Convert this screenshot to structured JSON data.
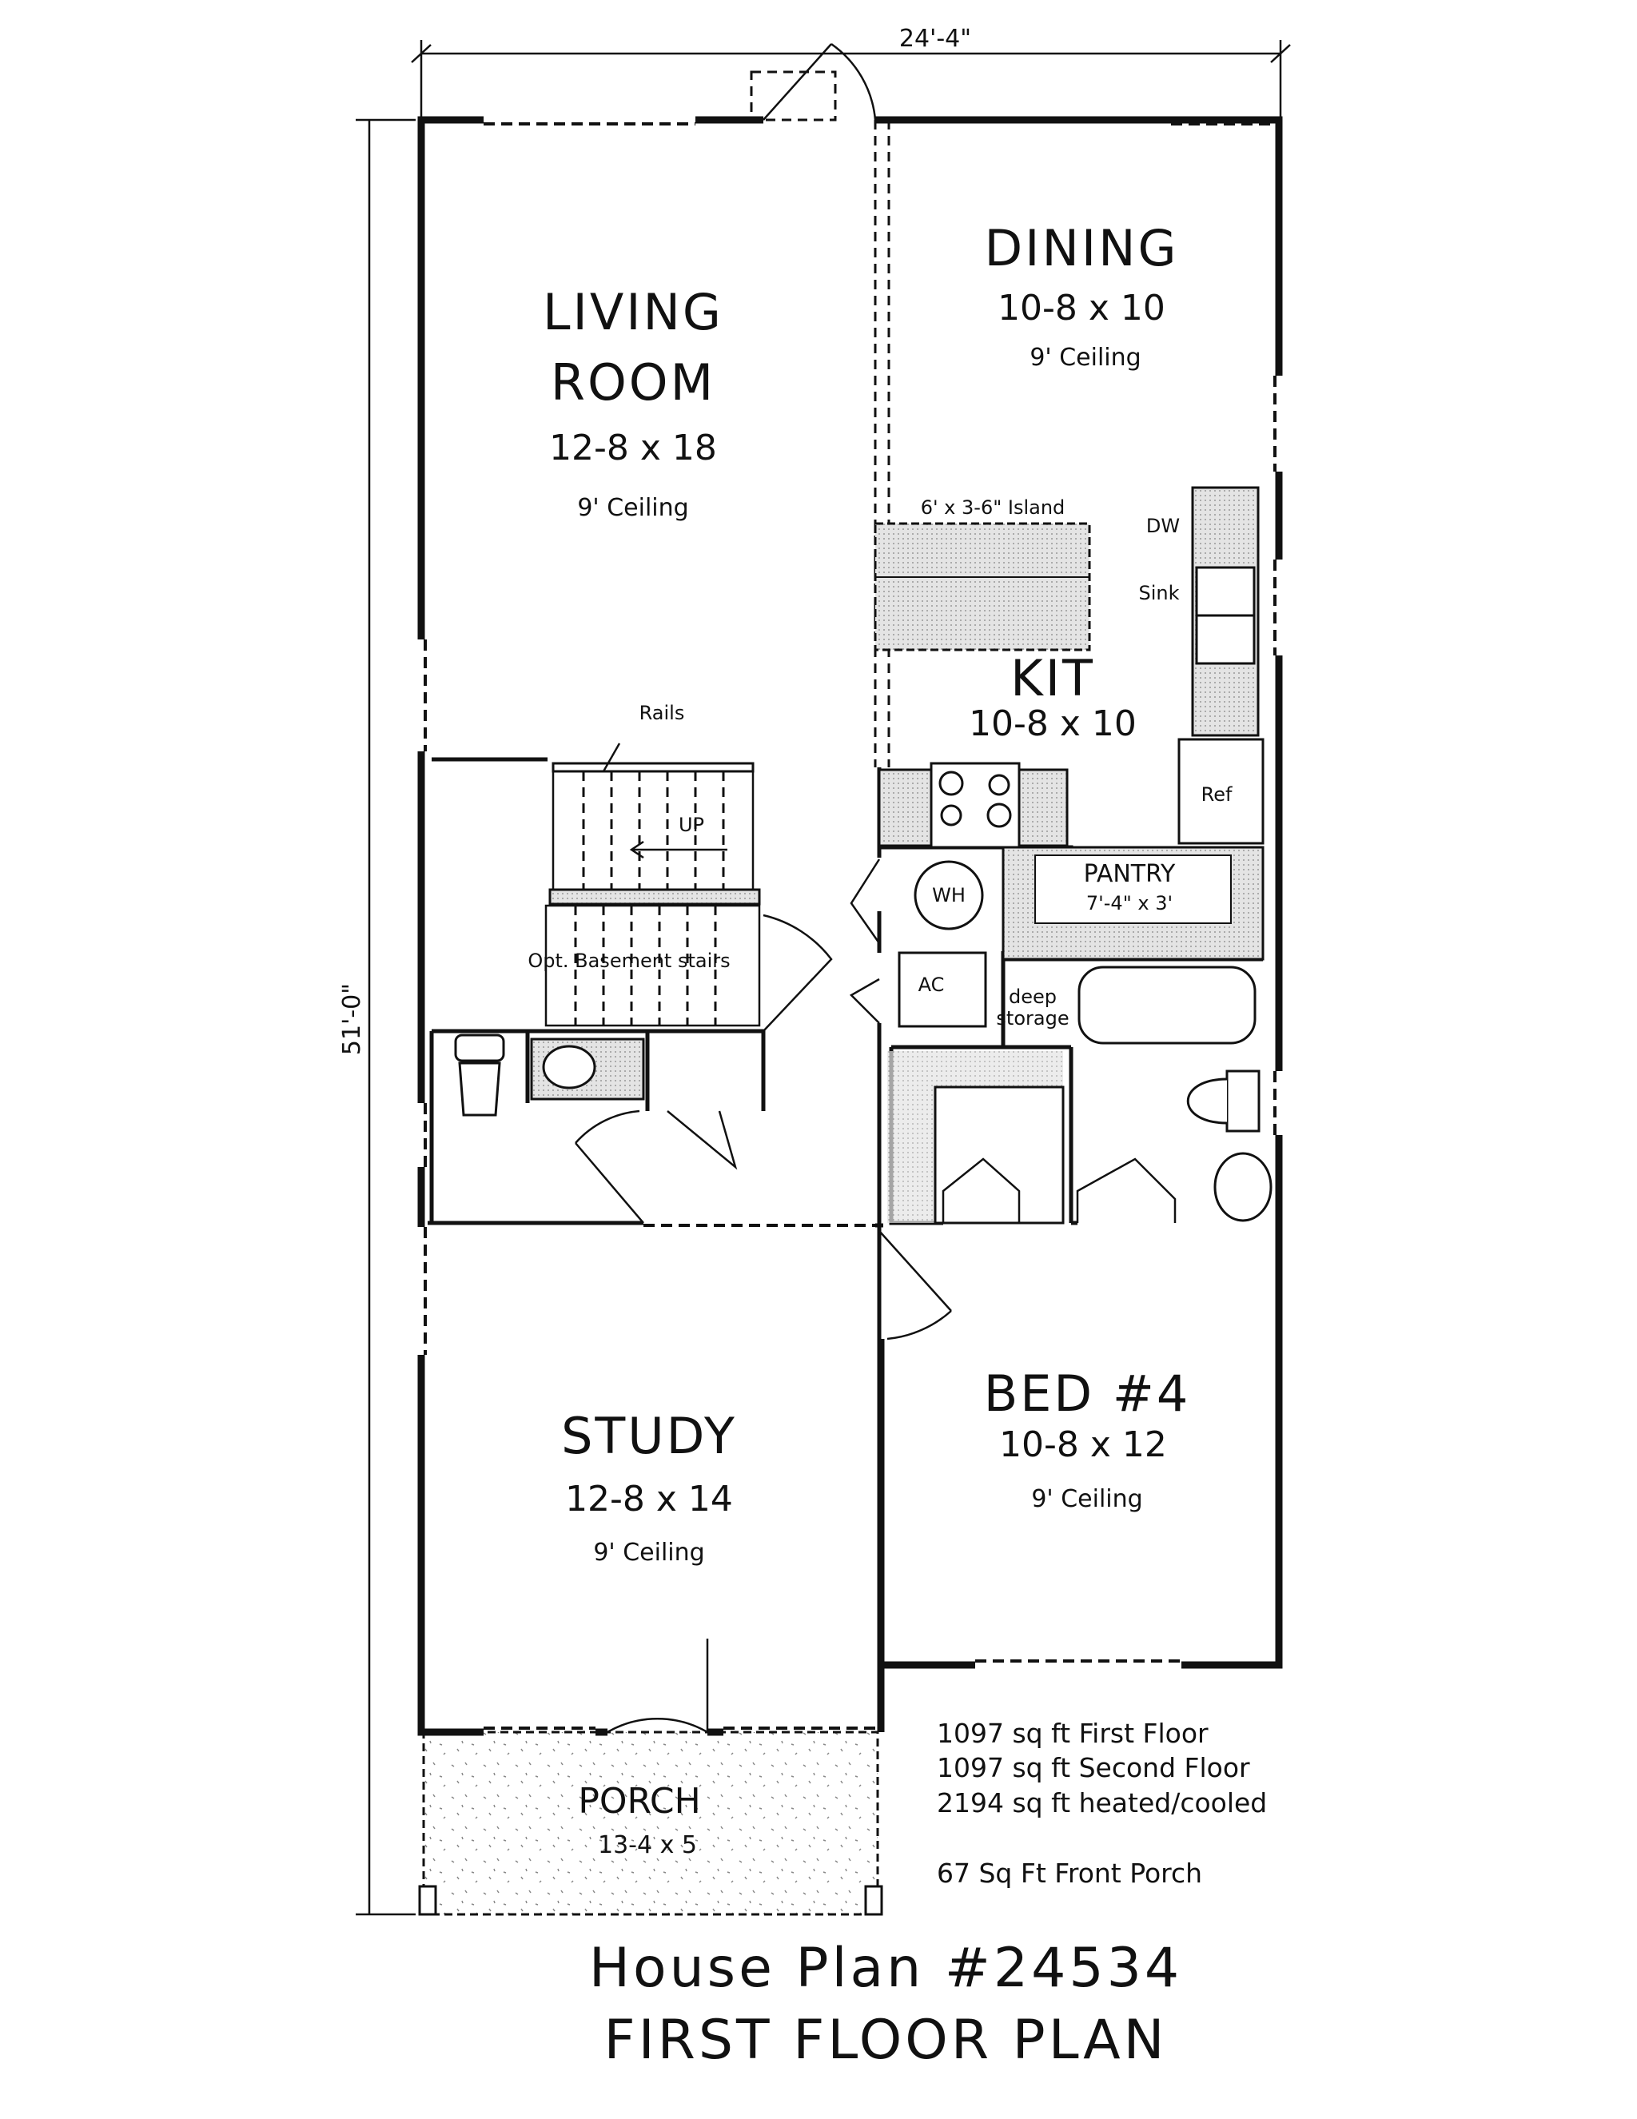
{
  "dimensions": {
    "width": "24'-4\"",
    "depth": "51'-0\""
  },
  "rooms": {
    "living": {
      "line1": "LIVING",
      "line2": "ROOM",
      "size": "12-8 x 18",
      "ceiling": "9' Ceiling"
    },
    "dining": {
      "name": "DINING",
      "size": "10-8 x 10",
      "ceiling": "9' Ceiling"
    },
    "kitchen": {
      "name": "KIT",
      "size": "10-8 x 10",
      "island": "6' x 3-6\" Island",
      "dw": "DW",
      "sink": "Sink",
      "ref": "Ref"
    },
    "pantry": {
      "name": "PANTRY",
      "size": "7'-4\" x 3'"
    },
    "utility": {
      "wh": "WH",
      "ac": "AC",
      "storage1": "deep",
      "storage2": "storage"
    },
    "stairs": {
      "rails": "Rails",
      "up": "UP",
      "basement": "Opt. Basement stairs"
    },
    "study": {
      "name": "STUDY",
      "size": "12-8 x 14",
      "ceiling": "9' Ceiling"
    },
    "bed4": {
      "name": "BED #4",
      "size": "10-8 x 12",
      "ceiling": "9' Ceiling"
    },
    "porch": {
      "name": "PORCH",
      "size": "13-4 x 5"
    }
  },
  "areas": {
    "first": "1097 sq ft First Floor",
    "second": "1097 sq ft Second Floor",
    "total": "2194 sq ft heated/cooled",
    "porch": "67 Sq Ft Front Porch"
  },
  "title": {
    "line1": "House Plan #24534",
    "line2": "FIRST FLOOR PLAN"
  }
}
